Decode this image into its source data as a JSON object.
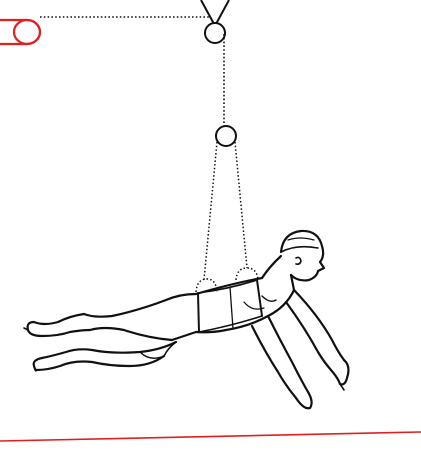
{
  "diagram": {
    "elements": [
      "pulley-wheel",
      "pulley-hook",
      "free-pulley",
      "horizontal-rope",
      "vertical-rope",
      "harness-straps",
      "swimmer-figure",
      "floor-line",
      "red-cylinder"
    ]
  },
  "colors": {
    "line": "#111111",
    "accent": "#e02020",
    "background": "#ffffff"
  }
}
